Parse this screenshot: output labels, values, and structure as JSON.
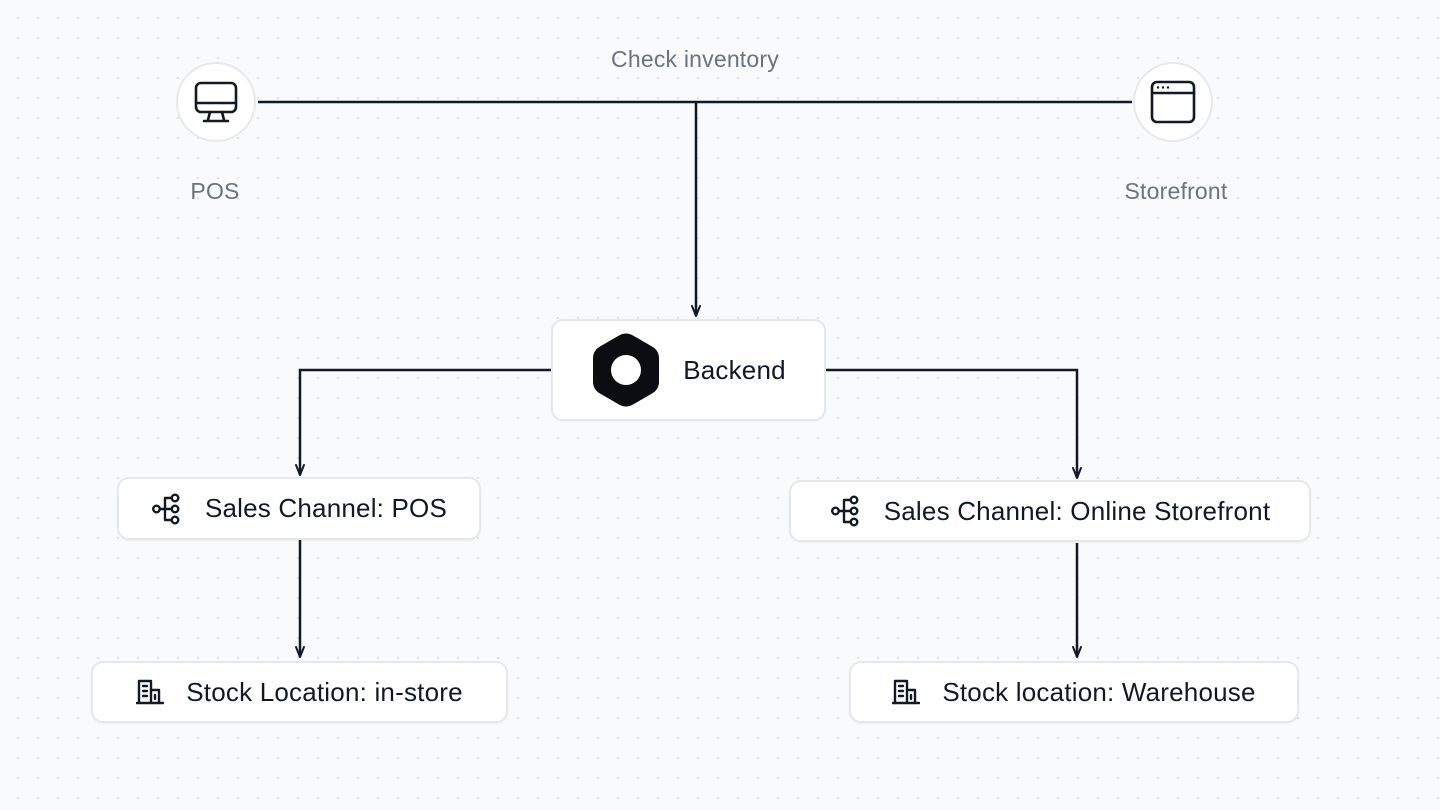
{
  "diagram": {
    "request_label": "Check inventory",
    "clients": {
      "pos": {
        "label": "POS",
        "icon": "monitor-icon"
      },
      "storefront": {
        "label": "Storefront",
        "icon": "browser-window-icon"
      }
    },
    "backend": {
      "label": "Backend",
      "icon": "backend-logo-icon"
    },
    "sales_channels": {
      "pos": {
        "label": "Sales Channel: POS",
        "icon": "sales-channel-icon"
      },
      "online": {
        "label": "Sales Channel: Online Storefront",
        "icon": "sales-channel-icon"
      }
    },
    "stock_locations": {
      "in_store": {
        "label": "Stock Location: in-store",
        "icon": "building-icon"
      },
      "warehouse": {
        "label": "Stock location: Warehouse",
        "icon": "building-icon"
      }
    },
    "colors": {
      "background": "#f9fafb",
      "grid_dot": "#dfe1e6",
      "node_border": "#e5e7eb",
      "line": "#111827",
      "caption_text": "#6b7280",
      "node_text": "#111827"
    }
  }
}
